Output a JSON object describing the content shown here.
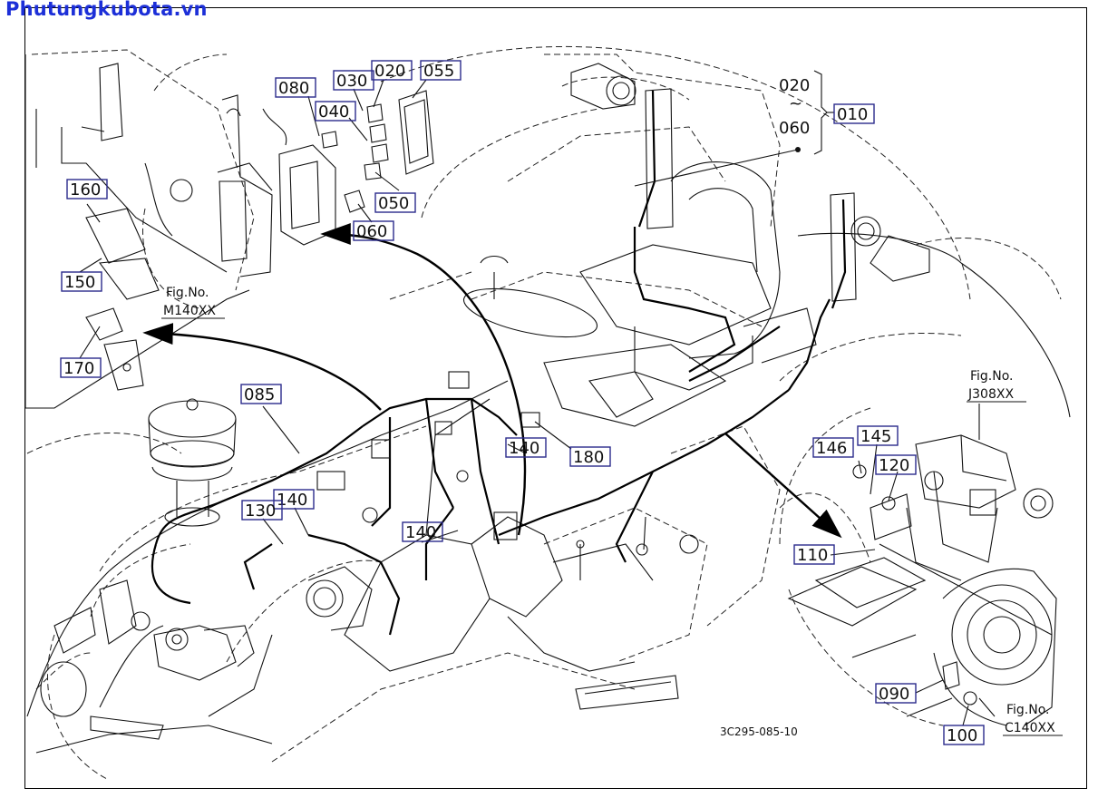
{
  "watermark": "Phutungkubota.vn",
  "diagram_code": "3C295-085-10",
  "range_label": {
    "top": "020",
    "tilde": "~",
    "bottom": "060"
  },
  "callouts": {
    "c010": "010",
    "c020": "020",
    "c030": "030",
    "c040": "040",
    "c050": "050",
    "c055": "055",
    "c060": "060",
    "c080": "080",
    "c085": "085",
    "c090": "090",
    "c100": "100",
    "c110": "110",
    "c120": "120",
    "c130": "130",
    "c140a": "140",
    "c140b": "140",
    "c140c": "140",
    "c145": "145",
    "c146": "146",
    "c150": "150",
    "c160": "160",
    "c170": "170",
    "c180": "180"
  },
  "fig_refs": {
    "m140": {
      "title": "Fig.No.",
      "code": "M140XX"
    },
    "j308": {
      "title": "Fig.No.",
      "code": "J308XX"
    },
    "c140": {
      "title": "Fig.No.",
      "code": "C140XX"
    }
  },
  "colors": {
    "watermark": "#1c2fd8",
    "callout_box": "#2b2b8c",
    "line": "#111111"
  }
}
